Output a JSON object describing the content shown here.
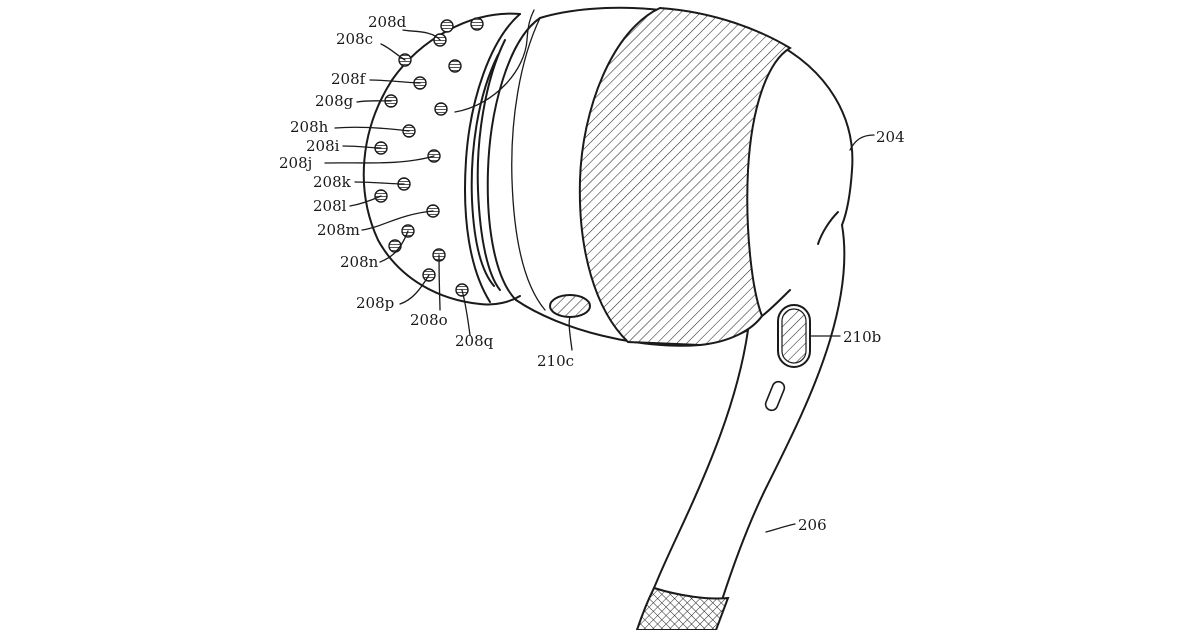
{
  "figure": {
    "labels": {
      "l204": "204",
      "l206": "206",
      "l210b": "210b",
      "l210c": "210c",
      "l208c": "208c",
      "l208d": "208d",
      "l208f": "208f",
      "l208g": "208g",
      "l208h": "208h",
      "l208i": "208i",
      "l208j": "208j",
      "l208k": "208k",
      "l208l": "208l",
      "l208m": "208m",
      "l208n": "208n",
      "l208o": "208o",
      "l208p": "208p",
      "l208q": "208q"
    }
  }
}
